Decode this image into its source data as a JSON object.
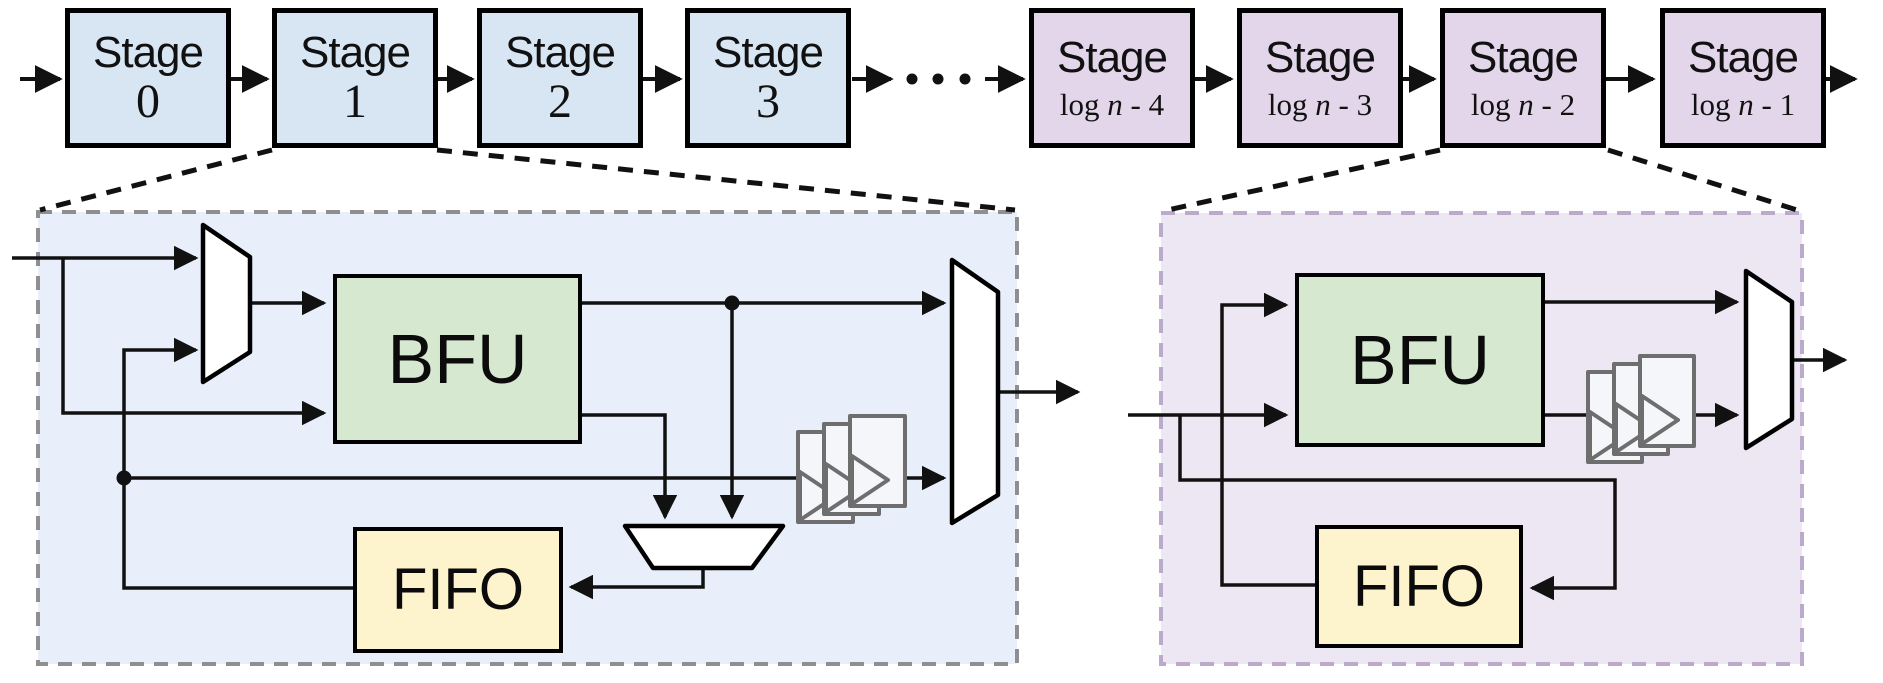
{
  "top_row": {
    "stages": [
      {
        "name": "Stage",
        "sub_pre": "",
        "sub_italic": "",
        "sub_post": "0",
        "variant": "blue"
      },
      {
        "name": "Stage",
        "sub_pre": "",
        "sub_italic": "",
        "sub_post": "1",
        "variant": "blue"
      },
      {
        "name": "Stage",
        "sub_pre": "",
        "sub_italic": "",
        "sub_post": "2",
        "variant": "blue"
      },
      {
        "name": "Stage",
        "sub_pre": "",
        "sub_italic": "",
        "sub_post": "3",
        "variant": "blue"
      },
      {
        "name": "Stage",
        "sub_pre": "log ",
        "sub_italic": "n",
        "sub_post": " - 4",
        "variant": "purple"
      },
      {
        "name": "Stage",
        "sub_pre": "log ",
        "sub_italic": "n",
        "sub_post": " - 3",
        "variant": "purple"
      },
      {
        "name": "Stage",
        "sub_pre": "log ",
        "sub_italic": "n",
        "sub_post": " - 2",
        "variant": "purple"
      },
      {
        "name": "Stage",
        "sub_pre": "log ",
        "sub_italic": "n",
        "sub_post": " - 1",
        "variant": "purple"
      }
    ],
    "ellipsis_dots": 3
  },
  "blue_detail": {
    "zoom_of_stage": "Stage 1",
    "bfu_label": "BFU",
    "fifo_label": "FIFO",
    "components": [
      "input-mux",
      "BFU",
      "output-select-mux",
      "feedback-mux",
      "FIFO",
      "register-stack"
    ]
  },
  "purple_detail": {
    "zoom_of_stage": "Stage log n - 2",
    "bfu_label": "BFU",
    "fifo_label": "FIFO",
    "components": [
      "BFU",
      "output-select-mux",
      "FIFO",
      "register-stack"
    ]
  },
  "colors": {
    "stage_blue_fill": "#d8e6f4",
    "stage_purple_fill": "#e3d6ea",
    "panel_blue_fill": "#e9effa",
    "panel_blue_border": "#8f8f8f",
    "panel_purple_fill": "#ece7f3",
    "panel_purple_border": "#bcaacd",
    "bfu_fill": "#d6e8d0",
    "fifo_fill": "#fdf3cd",
    "register_fill": "#f4f6f9",
    "register_border": "#6e6e6e",
    "wire": "#111111",
    "box_border": "#000000"
  }
}
